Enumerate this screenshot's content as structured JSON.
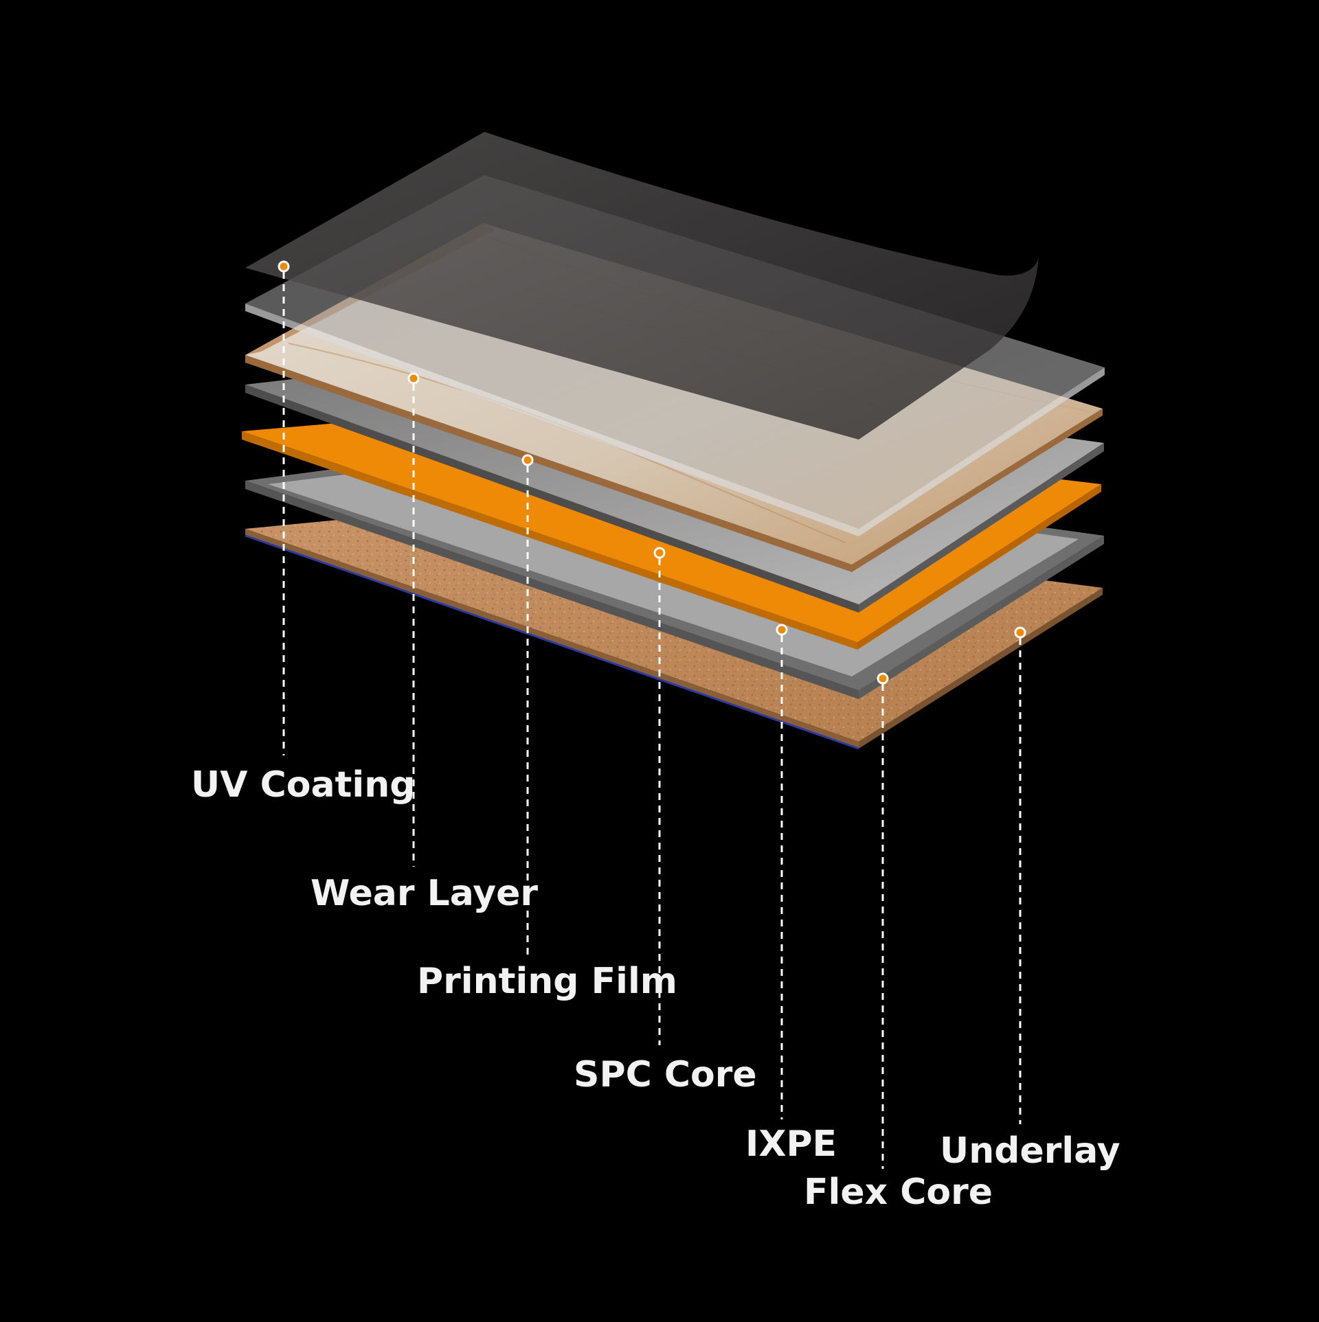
{
  "colors": {
    "background": "#000000",
    "orange": "#ef8a07",
    "wood": "#c08a5a",
    "wood_light": "#d8c9b6",
    "gray": "#8c8c8c",
    "cork": "#c8915f",
    "label": "#f2f2f2"
  },
  "layers": [
    {
      "label": "UV Coating"
    },
    {
      "label": "Wear Layer"
    },
    {
      "label": "Printing Film"
    },
    {
      "label": "SPC Core"
    },
    {
      "label": "IXPE"
    },
    {
      "label": "Flex Core"
    },
    {
      "label": "Underlay"
    }
  ]
}
